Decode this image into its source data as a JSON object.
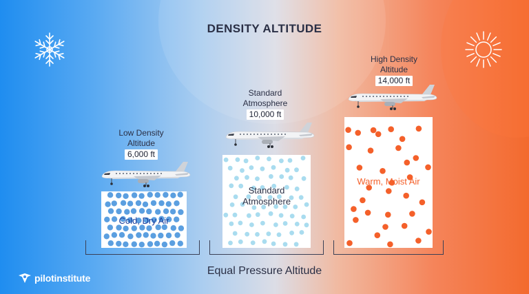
{
  "title": "DENSITY ALTITUDE",
  "footer_label": "Equal Pressure Altitude",
  "brand": {
    "name": "pilotinstitute"
  },
  "icons": {
    "cold": "snowflake-icon",
    "hot": "sun-icon",
    "logo": "pilot-wing-icon"
  },
  "colors": {
    "cold_dot": "#5b9fe0",
    "standard_dot": "#a9dcef",
    "hot_dot": "#f4602a",
    "cold_text": "#1a3d9b",
    "hot_text": "#f4602a",
    "text": "#2a2f45"
  },
  "columns": [
    {
      "id": "low",
      "label_lines": [
        "Low Density",
        "Altitude"
      ],
      "altitude": "6,000 ft",
      "air_label": [
        "Cold, Dry Air"
      ],
      "dot_density": "high"
    },
    {
      "id": "standard",
      "label_lines": [
        "Standard",
        "Atmosphere"
      ],
      "altitude": "10,000 ft",
      "air_label": [
        "Standard",
        "Atmosphere"
      ],
      "dot_density": "medium"
    },
    {
      "id": "high",
      "label_lines": [
        "High Density",
        "Altitude"
      ],
      "altitude": "14,000 ft",
      "air_label": [
        "Warm, Moist Air"
      ],
      "dot_density": "low"
    }
  ]
}
